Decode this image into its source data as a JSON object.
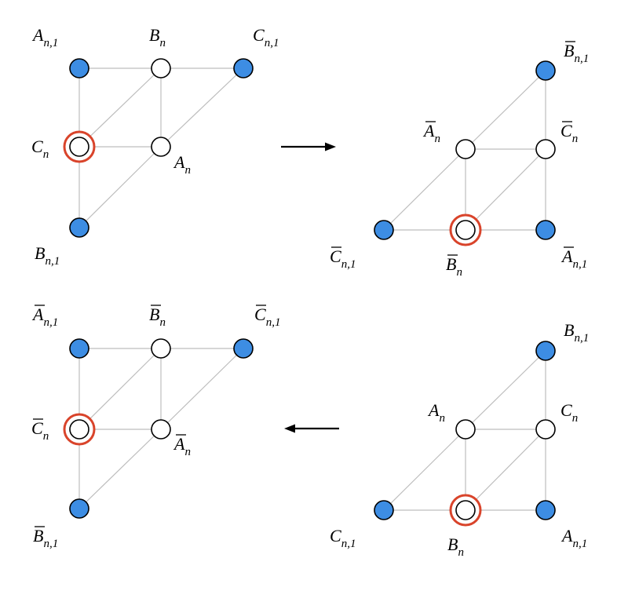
{
  "colors": {
    "edge": "#bdbdbd",
    "filled_node": "#3d8de3",
    "empty_node": "#ffffff",
    "node_stroke": "#000000",
    "highlight_ring": "#d9442b",
    "arrow": "#000000"
  },
  "panels": [
    {
      "name": "top-left",
      "labels": {
        "a": {
          "base": "A",
          "sub": "n,1",
          "bar": false
        },
        "b": {
          "base": "B",
          "sub": "n",
          "bar": false
        },
        "c": {
          "base": "C",
          "sub": "n,1",
          "bar": false
        },
        "d": {
          "base": "C",
          "sub": "n",
          "bar": false
        },
        "e": {
          "base": "A",
          "sub": "n",
          "bar": false
        },
        "f": {
          "base": "B",
          "sub": "n,1",
          "bar": false
        }
      }
    },
    {
      "name": "top-right",
      "labels": {
        "a": {
          "base": "B",
          "sub": "n,1",
          "bar": true
        },
        "b": {
          "base": "A",
          "sub": "n",
          "bar": true
        },
        "c": {
          "base": "C",
          "sub": "n",
          "bar": true
        },
        "d": {
          "base": "C",
          "sub": "n,1",
          "bar": true
        },
        "e": {
          "base": "B",
          "sub": "n",
          "bar": true
        },
        "f": {
          "base": "A",
          "sub": "n,1",
          "bar": true
        }
      }
    },
    {
      "name": "bottom-left",
      "labels": {
        "a": {
          "base": "A",
          "sub": "n,1",
          "bar": true
        },
        "b": {
          "base": "B",
          "sub": "n",
          "bar": true
        },
        "c": {
          "base": "C",
          "sub": "n,1",
          "bar": true
        },
        "d": {
          "base": "C",
          "sub": "n",
          "bar": true
        },
        "e": {
          "base": "A",
          "sub": "n",
          "bar": true
        },
        "f": {
          "base": "B",
          "sub": "n,1",
          "bar": true
        }
      }
    },
    {
      "name": "bottom-right",
      "labels": {
        "a": {
          "base": "B",
          "sub": "n,1",
          "bar": false
        },
        "b": {
          "base": "A",
          "sub": "n",
          "bar": false
        },
        "c": {
          "base": "C",
          "sub": "n",
          "bar": false
        },
        "d": {
          "base": "C",
          "sub": "n,1",
          "bar": false
        },
        "e": {
          "base": "B",
          "sub": "n",
          "bar": false
        },
        "f": {
          "base": "A",
          "sub": "n,1",
          "bar": false
        }
      }
    }
  ]
}
